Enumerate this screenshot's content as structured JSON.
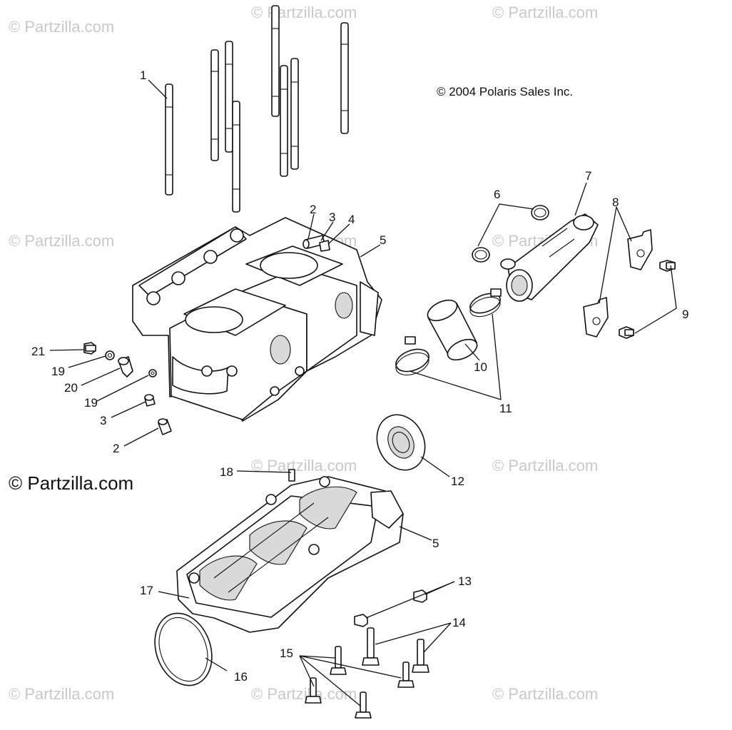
{
  "copyright": "© 2004 Polaris Sales Inc.",
  "brand": "© Partzilla.com",
  "watermark": "© Partzilla.com",
  "callouts": {
    "c1": "1",
    "c2a": "2",
    "c3a": "3",
    "c4": "4",
    "c5a": "5",
    "c6": "6",
    "c7": "7",
    "c8": "8",
    "c9": "9",
    "c10": "10",
    "c11": "11",
    "c21": "21",
    "c19a": "19",
    "c20": "20",
    "c19b": "19",
    "c3b": "3",
    "c2b": "2",
    "c12": "12",
    "c18": "18",
    "c5b": "5",
    "c13": "13",
    "c14": "14",
    "c15": "15",
    "c16": "16",
    "c17": "17"
  }
}
